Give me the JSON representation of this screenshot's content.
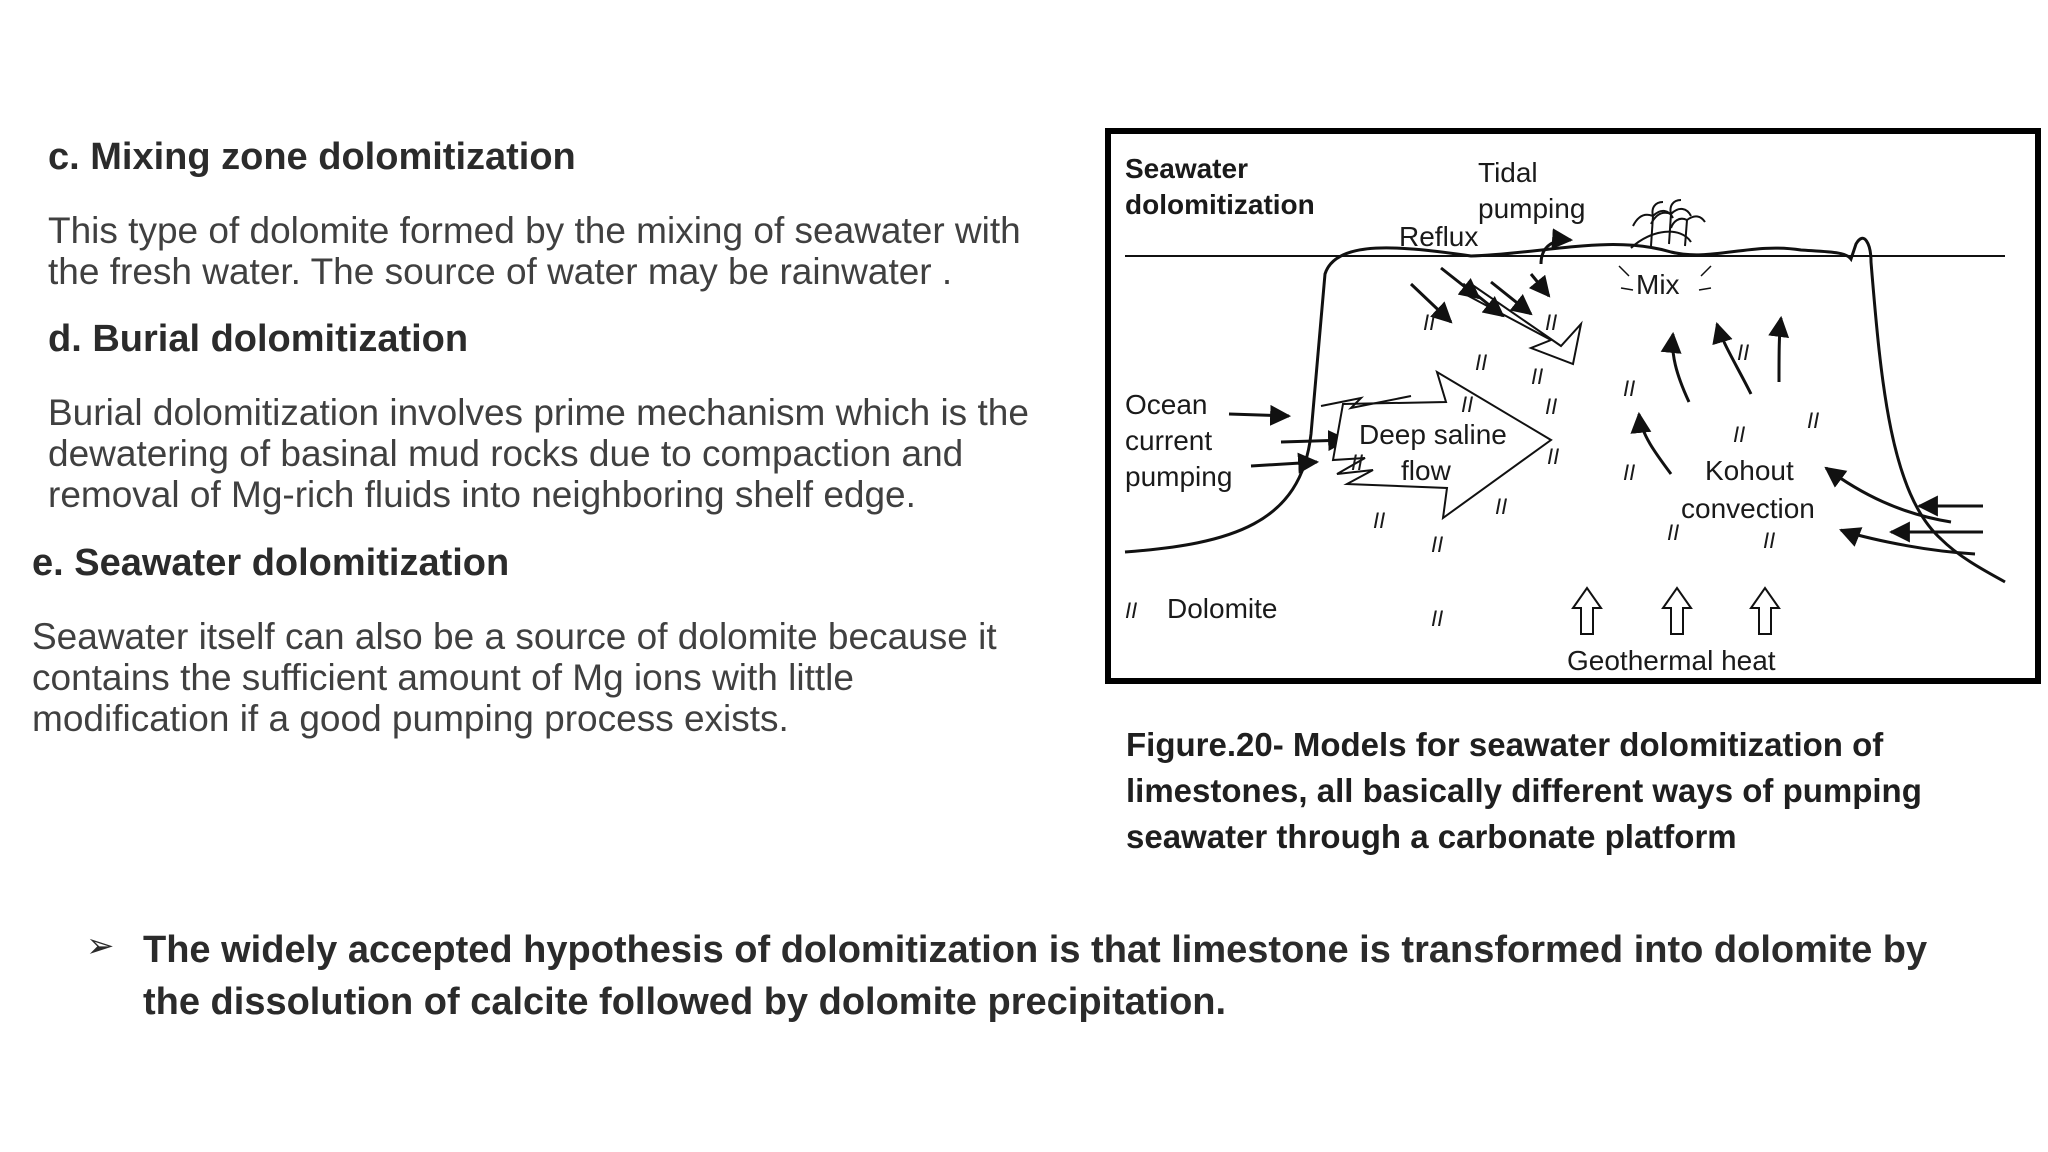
{
  "sections": [
    {
      "heading": "c.  Mixing zone dolomitization",
      "lines": [
        "This type of dolomite formed by the mixing of seawater with",
        "the fresh water. The source of water may be rainwater ."
      ]
    },
    {
      "heading": "d. Burial dolomitization",
      "lines": [
        "Burial dolomitization involves prime mechanism which is the",
        "dewatering of basinal mud rocks due to compaction and",
        "removal of Mg-rich fluids into neighboring shelf edge."
      ]
    },
    {
      "heading": "e. Seawater dolomitization",
      "lines": [
        "Seawater itself can also be a source of dolomite because it",
        "contains the sufficient amount of Mg ions with little",
        "modification if a good pumping process exists."
      ]
    }
  ],
  "figure": {
    "title_line1": "Seawater",
    "title_line2": "dolomitization",
    "tidal": "Tidal",
    "pumping": "pumping",
    "reflux": "Reflux",
    "mix": "Mix",
    "ocean": "Ocean",
    "current": "current",
    "pumping2": "pumping",
    "deep_saline": "Deep saline",
    "flow": "flow",
    "kohout": "Kohout",
    "convection": "convection",
    "dolomite_symbol": "II",
    "dolomite_legend": "Dolomite",
    "geothermal": "Geothermal heat"
  },
  "caption_lines": [
    "Figure.20- Models for seawater dolomitization of",
    "limestones, all basically different ways of pumping",
    "seawater through a carbonate platform"
  ],
  "bullet": {
    "marker": "➢",
    "lines": [
      "The widely accepted hypothesis of dolomitization is that limestone is transformed into dolomite by",
      "the dissolution of calcite followed by dolomite precipitation."
    ]
  }
}
